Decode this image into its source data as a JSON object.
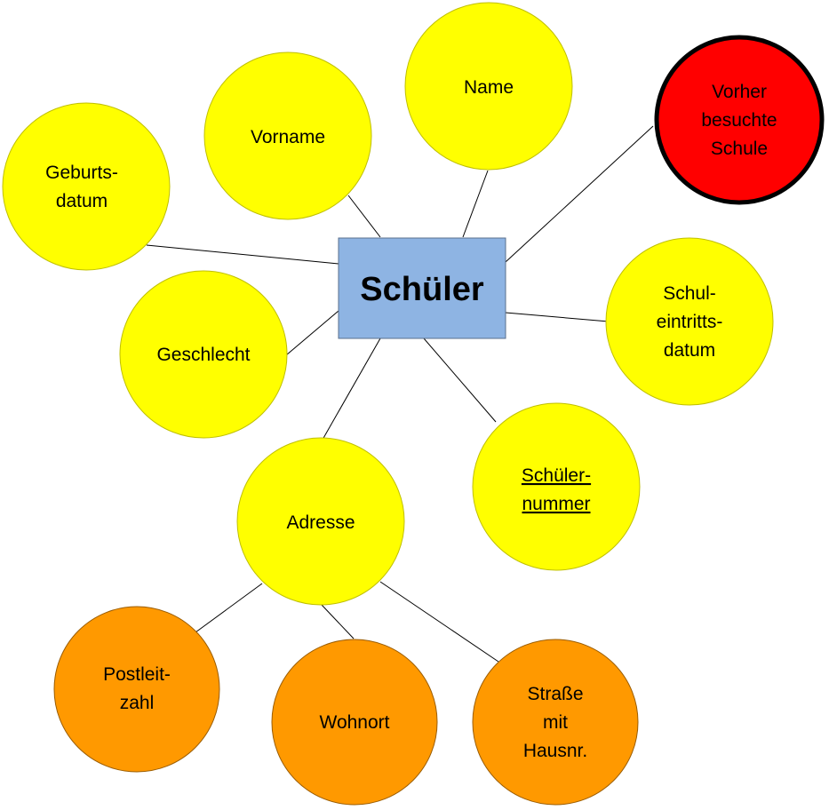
{
  "entity": {
    "label": "Schüler",
    "color": "#8eb4e3"
  },
  "colors": {
    "attribute": "#ffff00",
    "composite_part": "#ff9900",
    "highlighted": "#ff0000",
    "line": "#000000"
  },
  "attributes": {
    "name": {
      "lines": [
        "Name"
      ]
    },
    "vorname": {
      "lines": [
        "Vorname"
      ]
    },
    "geburtsdatum": {
      "lines": [
        "Geburts-",
        "datum"
      ]
    },
    "geschlecht": {
      "lines": [
        "Geschlecht"
      ]
    },
    "vorher_besuchte_schule": {
      "lines": [
        "Vorher",
        "besuchte",
        "Schule"
      ]
    },
    "schuleintrittsdatum": {
      "lines": [
        "Schul-",
        "eintritts-",
        "datum"
      ]
    },
    "schuelernummer": {
      "lines": [
        "Schüler-",
        "nummer"
      ],
      "key": true
    },
    "adresse": {
      "lines": [
        "Adresse"
      ]
    },
    "postleitzahl": {
      "lines": [
        "Postleit-",
        "zahl"
      ]
    },
    "wohnort": {
      "lines": [
        "Wohnort"
      ]
    },
    "strasse_mit_hausnr": {
      "lines": [
        "Straße",
        "mit",
        "Hausnr."
      ]
    }
  }
}
